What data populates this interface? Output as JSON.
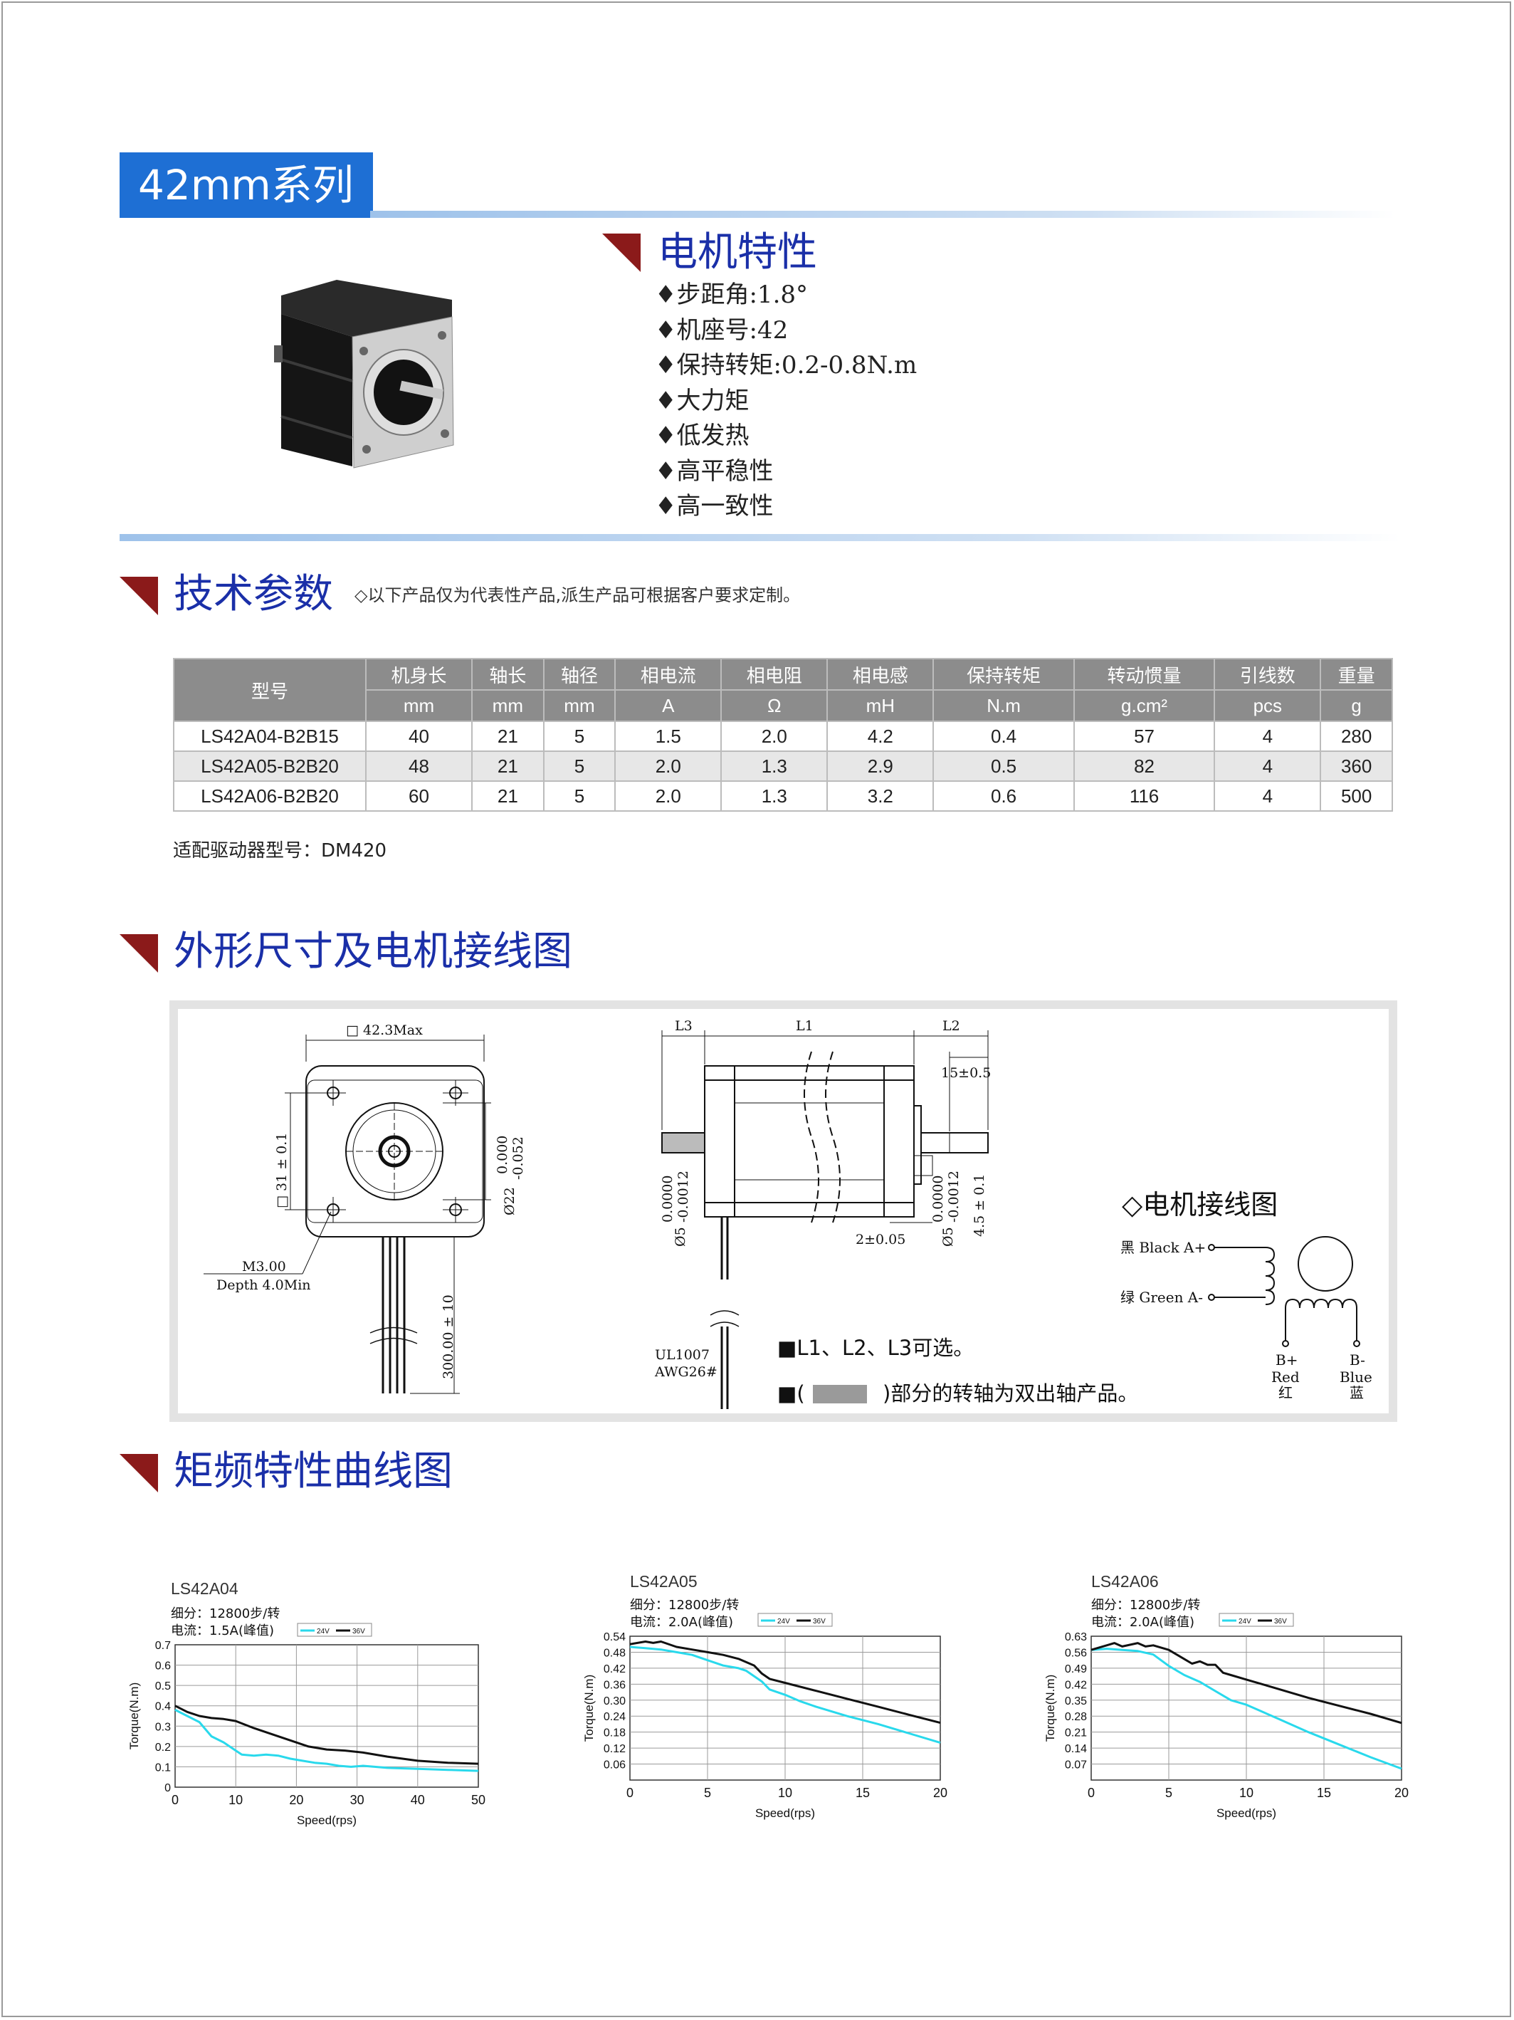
{
  "series_title": "42mm系列",
  "features": {
    "title": "电机特性",
    "items": [
      "♦步距角:1.8°",
      "♦机座号:42",
      "♦保持转矩:0.2-0.8N.m",
      "♦大力矩",
      "♦低发热",
      "♦高平稳性",
      "♦高一致性"
    ]
  },
  "specs": {
    "title": "技术参数",
    "note": "◇以下产品仅为代表性产品,派生产品可根据客户要求定制。",
    "model_header": "型号",
    "headers": [
      "机身长",
      "轴长",
      "轴径",
      "相电流",
      "相电阻",
      "相电感",
      "保持转矩",
      "转动惯量",
      "引线数",
      "重量"
    ],
    "units": [
      "mm",
      "mm",
      "mm",
      "A",
      "Ω",
      "mH",
      "N.m",
      "g.cm²",
      "pcs",
      "g"
    ],
    "rows": [
      [
        "LS42A04-B2B15",
        "40",
        "21",
        "5",
        "1.5",
        "2.0",
        "4.2",
        "0.4",
        "57",
        "4",
        "280"
      ],
      [
        "LS42A05-B2B20",
        "48",
        "21",
        "5",
        "2.0",
        "1.3",
        "2.9",
        "0.5",
        "82",
        "4",
        "360"
      ],
      [
        "LS42A06-B2B20",
        "60",
        "21",
        "5",
        "2.0",
        "1.3",
        "3.2",
        "0.6",
        "116",
        "4",
        "500"
      ]
    ],
    "driver": "适配驱动器型号：DM420"
  },
  "drawing": {
    "title": "外形尺寸及电机接线图",
    "dim_flange": "□ 42.3Max",
    "dim_holes": "□ 31 ± 0.1",
    "dim_boss_tol1": "0.000",
    "dim_boss_tol2": "-0.052",
    "dim_boss": "Ø22",
    "dim_screw": "M3.00",
    "dim_depth": "Depth 4.0Min",
    "dim_lead_len": "300.00 ± 10",
    "lbl_l3": "L3",
    "lbl_l1": "L1",
    "lbl_l2": "L2",
    "dim_15": "15±0.5",
    "dim_shaft_tol1": "0.0000",
    "dim_shaft_tol2": "-0.0012",
    "dim_shaft": "Ø5",
    "dim_flat": "4.5 ± 0.1",
    "dim_2": "2±0.05",
    "cable": "UL1007",
    "awg": "AWG26#",
    "note1": "■L1、L2、L3可选。",
    "note2_a": "■(",
    "note2_b": ")部分的转轴为双出轴产品。",
    "wiring_title": "◇电机接线图",
    "wire_a_plus": "黑 Black A+",
    "wire_a_minus": "绿 Green A-",
    "wire_b_plus": "B+",
    "wire_b_plus_en": "Red",
    "wire_b_plus_cn": "红",
    "wire_b_minus": "B-",
    "wire_b_minus_en": "Blue",
    "wire_b_minus_cn": "蓝"
  },
  "curves": {
    "title": "矩频特性曲线图",
    "colors": {
      "24V": "#29d9ec",
      "36V": "#111111"
    }
  },
  "chart_data": [
    {
      "type": "line",
      "title": "LS42A04",
      "subtitle1": "细分：12800步/转",
      "subtitle2": "电流：1.5A(峰值)",
      "xlabel": "Speed(rps)",
      "ylabel": "Torque(N.m)",
      "xlim": [
        0,
        50
      ],
      "ylim": [
        0,
        0.7
      ],
      "xticks": [
        0,
        10,
        20,
        30,
        40,
        50
      ],
      "yticks": [
        0,
        0.1,
        0.2,
        0.3,
        0.4,
        0.5,
        0.6,
        0.7
      ],
      "xgrid": [
        10,
        20,
        30,
        40
      ],
      "ygrid": [
        0.1,
        0.2,
        0.3,
        0.4,
        0.5,
        0.6
      ],
      "legend": "top-center",
      "series": [
        {
          "name": "24V",
          "x": [
            0,
            2,
            4,
            6,
            8,
            10,
            11,
            13,
            15,
            17,
            19,
            21,
            23,
            25,
            27,
            29,
            31,
            35,
            40,
            45,
            50
          ],
          "y": [
            0.38,
            0.35,
            0.32,
            0.25,
            0.22,
            0.18,
            0.16,
            0.155,
            0.16,
            0.155,
            0.14,
            0.13,
            0.12,
            0.115,
            0.105,
            0.1,
            0.105,
            0.095,
            0.09,
            0.085,
            0.08
          ]
        },
        {
          "name": "36V",
          "x": [
            0,
            2,
            4,
            6,
            8,
            10,
            13,
            16,
            19,
            22,
            25,
            28,
            31,
            35,
            40,
            45,
            50
          ],
          "y": [
            0.4,
            0.37,
            0.35,
            0.34,
            0.335,
            0.325,
            0.29,
            0.26,
            0.23,
            0.2,
            0.185,
            0.18,
            0.17,
            0.15,
            0.13,
            0.12,
            0.115
          ]
        }
      ]
    },
    {
      "type": "line",
      "title": "LS42A05",
      "subtitle1": "细分：12800步/转",
      "subtitle2": "电流：2.0A(峰值)",
      "xlabel": "Speed(rps)",
      "ylabel": "Torque(N.m)",
      "xlim": [
        0,
        20
      ],
      "ylim": [
        0,
        0.54
      ],
      "xticks": [
        0,
        5,
        10,
        15,
        20
      ],
      "yticks": [
        0.06,
        0.12,
        0.18,
        0.24,
        0.3,
        0.36,
        0.42,
        0.48,
        0.54
      ],
      "ytick_labels": [
        "0.06",
        "0.12",
        "0.18",
        "0.24",
        "0.30",
        "0.36",
        "0.42",
        "0.48",
        "0.54"
      ],
      "xgrid": [
        5,
        10,
        15
      ],
      "ygrid": [
        0.06,
        0.12,
        0.18,
        0.24,
        0.3,
        0.36,
        0.42,
        0.48
      ],
      "legend": "top-center",
      "series": [
        {
          "name": "24V",
          "x": [
            0,
            1,
            2,
            3,
            4,
            5,
            6,
            7,
            7.5,
            8,
            8.5,
            9,
            10,
            11,
            12,
            14,
            16,
            18,
            20
          ],
          "y": [
            0.5,
            0.495,
            0.49,
            0.48,
            0.47,
            0.45,
            0.43,
            0.42,
            0.41,
            0.39,
            0.37,
            0.34,
            0.32,
            0.295,
            0.275,
            0.24,
            0.21,
            0.175,
            0.14
          ]
        },
        {
          "name": "36V",
          "x": [
            0,
            1,
            1.5,
            2,
            3,
            4,
            5,
            6,
            7,
            8,
            8.5,
            9,
            10,
            12,
            14,
            16,
            18,
            20
          ],
          "y": [
            0.51,
            0.52,
            0.515,
            0.52,
            0.5,
            0.49,
            0.48,
            0.47,
            0.455,
            0.43,
            0.4,
            0.38,
            0.365,
            0.335,
            0.305,
            0.275,
            0.245,
            0.215
          ]
        }
      ]
    },
    {
      "type": "line",
      "title": "LS42A06",
      "subtitle1": "细分：12800步/转",
      "subtitle2": "电流：2.0A(峰值)",
      "xlabel": "Speed(rps)",
      "ylabel": "Torque(N.m)",
      "xlim": [
        0,
        20
      ],
      "ylim": [
        0,
        0.63
      ],
      "xticks": [
        0,
        5,
        10,
        15,
        20
      ],
      "yticks": [
        0.07,
        0.14,
        0.21,
        0.28,
        0.35,
        0.42,
        0.49,
        0.56,
        0.63
      ],
      "ytick_labels": [
        "0.07",
        "0.14",
        "0.21",
        "0.28",
        "0.35",
        "0.42",
        "0.49",
        "0.56",
        "0.63"
      ],
      "xgrid": [
        5,
        10,
        15
      ],
      "ygrid": [
        0.07,
        0.14,
        0.21,
        0.28,
        0.35,
        0.42,
        0.49,
        0.56
      ],
      "legend": "top-center",
      "series": [
        {
          "name": "24V",
          "x": [
            0,
            1,
            2,
            3,
            4,
            5,
            6,
            7,
            8,
            9,
            10,
            12,
            14,
            16,
            18,
            20
          ],
          "y": [
            0.57,
            0.575,
            0.57,
            0.565,
            0.55,
            0.5,
            0.46,
            0.43,
            0.39,
            0.35,
            0.33,
            0.27,
            0.21,
            0.155,
            0.1,
            0.05
          ]
        },
        {
          "name": "36V",
          "x": [
            0,
            1,
            1.5,
            2,
            3,
            3.5,
            4,
            5,
            6,
            6.5,
            7,
            7.5,
            8,
            8.5,
            9,
            10,
            12,
            14,
            16,
            18,
            20
          ],
          "y": [
            0.57,
            0.59,
            0.6,
            0.585,
            0.6,
            0.585,
            0.59,
            0.57,
            0.53,
            0.51,
            0.52,
            0.505,
            0.505,
            0.47,
            0.46,
            0.44,
            0.4,
            0.36,
            0.325,
            0.29,
            0.25
          ]
        }
      ]
    }
  ]
}
